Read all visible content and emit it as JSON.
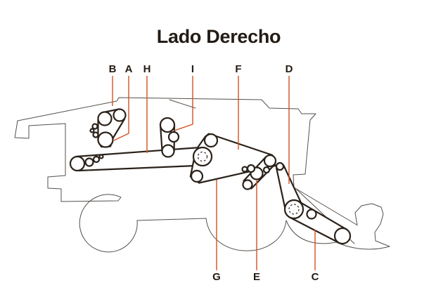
{
  "title": "Lado Derecho",
  "labels": {
    "top": [
      "B",
      "A",
      "H",
      "I",
      "F",
      "D"
    ],
    "bottom": [
      "G",
      "E",
      "C"
    ]
  },
  "colors": {
    "leader": "#d4511f",
    "line": "#2a2119",
    "outline": "#55504b",
    "text": "#231b15",
    "background": "#ffffff"
  }
}
